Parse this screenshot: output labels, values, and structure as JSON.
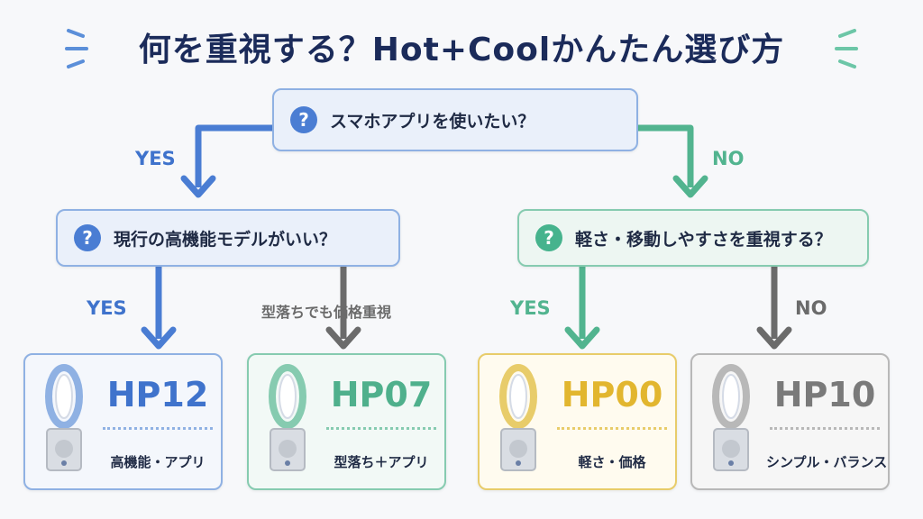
{
  "title": "何を重視する？Hot+Coolかんたん選び方",
  "root_question": "スマホアプリを使いたい？",
  "left_question": "現行の高機能モデルがいい？",
  "right_question": "軽さ・移動しやすさを重視する？",
  "branches": {
    "root_yes": "YES",
    "root_no": "NO",
    "left_yes": "YES",
    "left_no": "型落ちでも価格重視",
    "right_yes": "YES",
    "right_no": "NO"
  },
  "question_mark": "?",
  "products": [
    {
      "model": "HP12",
      "desc": "高機能・アプリ",
      "color": "#3f73cc",
      "ring": "#8fb1e3"
    },
    {
      "model": "HP07",
      "desc": "型落ち＋アプリ",
      "color": "#4fb08c",
      "ring": "#86cbb0"
    },
    {
      "model": "HP00",
      "desc": "軽さ・価格",
      "color": "#e2b62f",
      "ring": "#e8cc6a"
    },
    {
      "model": "HP10",
      "desc": "シンプル・バランス",
      "color": "#7a7a7a",
      "ring": "#b8b8b8"
    }
  ],
  "colors": {
    "blue": "#4a7dd3",
    "green": "#46b38d",
    "gray": "#6b6b6b",
    "navy": "#1b2b5a"
  }
}
